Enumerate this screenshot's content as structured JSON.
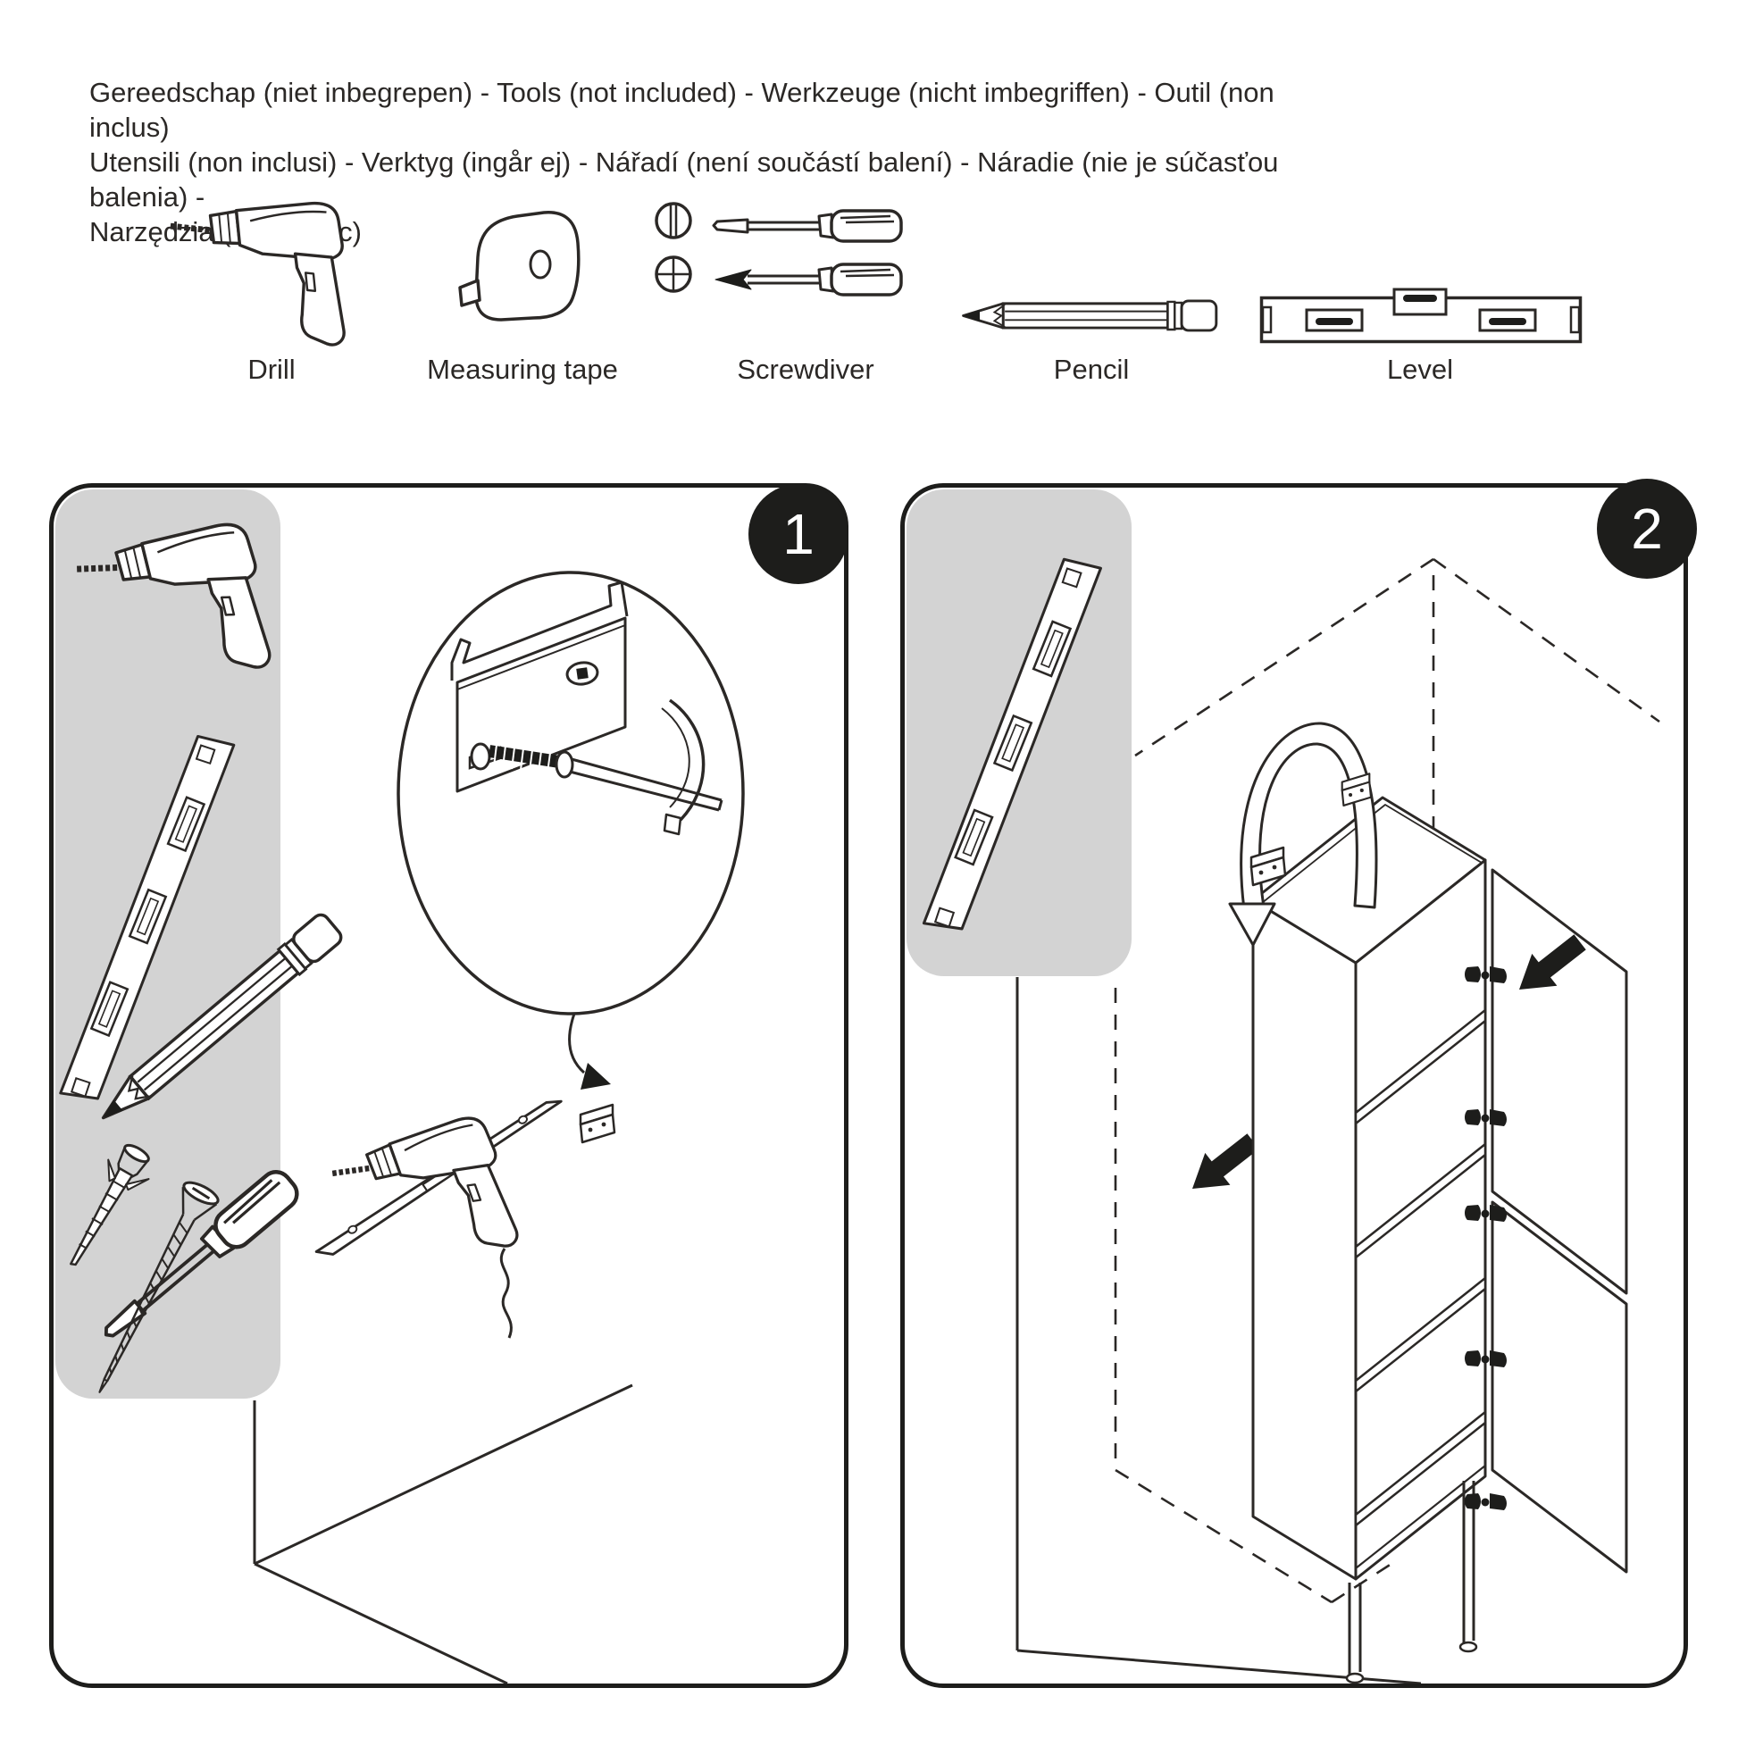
{
  "document": {
    "type": "furniture-assembly-instructions",
    "colors": {
      "page_bg": "#ffffff",
      "ink": "#2b2826",
      "badge_bg": "#1d1d1b",
      "badge_fg": "#ffffff",
      "tool_box_bg": "#d3d3d3"
    }
  },
  "header": {
    "lines": [
      "Gereedschap (niet inbegrepen) - Tools (not included) -  Werkzeuge (nicht imbegriffen) - Outil (non inclus)",
      "Utensili (non inclusi) - Verktyg (ingår ej) - Nářadí (není součástí balení) - Náradie (nie je súčasťou balenia) -",
      "Narzędzia (nie laczyc)"
    ]
  },
  "tools": [
    {
      "name": "drill",
      "icon": "drill-icon",
      "label": "Drill"
    },
    {
      "name": "measuring-tape",
      "icon": "measuring-tape-icon",
      "label": "Measuring tape"
    },
    {
      "name": "screwdriver",
      "icon": "screwdriver-icon",
      "label": "Screwdiver"
    },
    {
      "name": "pencil",
      "icon": "pencil-icon",
      "label": "Pencil"
    },
    {
      "name": "level",
      "icon": "level-icon",
      "label": "Level"
    }
  ],
  "steps": [
    {
      "number": "1",
      "illustrations": [
        "tool-box: drill, level, pencil, screwdriver, wall-plug, screw",
        "detail-circle: wall rail bracket with screw and screwdriver",
        "rail with mounting bracket",
        "drill with cord",
        "room corner"
      ]
    },
    {
      "number": "2",
      "illustrations": [
        "tool-box: level",
        "cabinet with shelves, two right doors and hinges",
        "wall brackets",
        "rotation arrow",
        "dashed wall outline",
        "room corner"
      ]
    }
  ]
}
